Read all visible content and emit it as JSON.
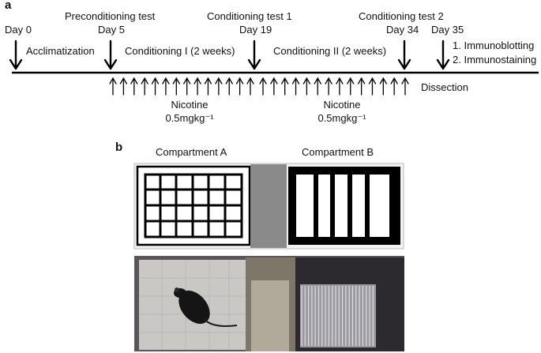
{
  "panel_a": {
    "label": "a",
    "timeline": {
      "day0": "Day 0",
      "acclimatization": "Acclimatization",
      "precond_title": "Preconditioning test",
      "day5": "Day 5",
      "cond1_phase": "Conditioning I (2 weeks)",
      "cond_test1": "Conditioning test 1",
      "day19": "Day 19",
      "cond2_phase": "Conditioning II (2 weeks)",
      "cond_test2": "Conditioning test 2",
      "day34": "Day 34",
      "day35": "Day 35",
      "immunoblotting": "1. Immunoblotting",
      "immunostaining": "2. Immunostaining",
      "dissection": "Dissection"
    },
    "injections": [
      {
        "drug": "Nicotine",
        "dose": "0.5mgkg⁻¹",
        "count": 14
      },
      {
        "drug": "Nicotine",
        "dose": "0.5mgkg⁻¹",
        "count": 14
      }
    ]
  },
  "panel_b": {
    "label": "b",
    "compartment_a": "Compartment A",
    "compartment_b": "Compartment B"
  }
}
